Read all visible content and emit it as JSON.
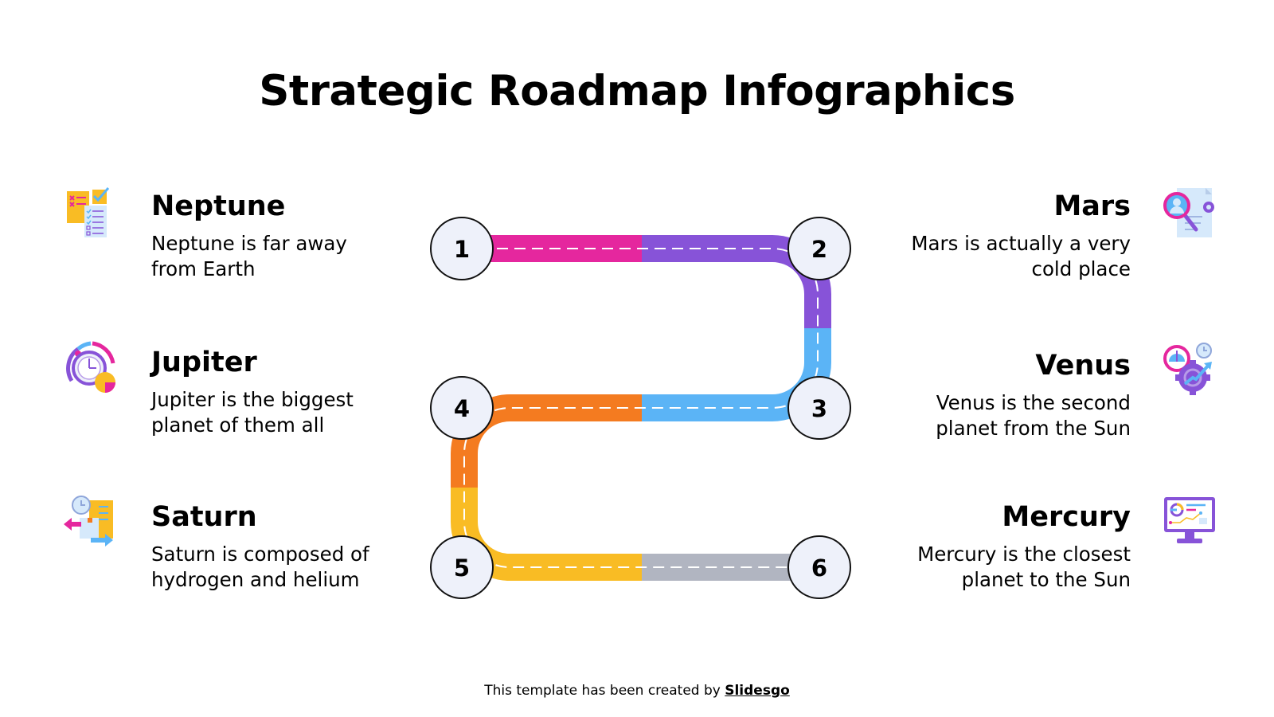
{
  "title": "Strategic Roadmap Infographics",
  "items": [
    {
      "step": "1",
      "name": "Neptune",
      "description_line1": "Neptune is far away",
      "description_line2": "from Earth",
      "icon": "checklist-icon",
      "side": "left"
    },
    {
      "step": "2",
      "name": "Mars",
      "description_line1": "Mars is actually a very",
      "description_line2": "cold place",
      "icon": "user-search-document-icon",
      "side": "right"
    },
    {
      "step": "3",
      "name": "Venus",
      "description_line1": "Venus is the second",
      "description_line2": "planet from the Sun",
      "icon": "performance-gear-icon",
      "side": "right"
    },
    {
      "step": "4",
      "name": "Jupiter",
      "description_line1": "Jupiter is the biggest",
      "description_line2": "planet of them all",
      "icon": "clock-chart-icon",
      "side": "left"
    },
    {
      "step": "5",
      "name": "Saturn",
      "description_line1": "Saturn is composed of",
      "description_line2": "hydrogen and helium",
      "icon": "delivery-schedule-icon",
      "side": "left"
    },
    {
      "step": "6",
      "name": "Mercury",
      "description_line1": "Mercury is the closest",
      "description_line2": "planet to the Sun",
      "icon": "monitor-analytics-icon",
      "side": "right"
    }
  ],
  "path_colors": {
    "pink": "#E5279E",
    "purple": "#8753D8",
    "blue": "#5BB4F6",
    "orange": "#F47B20",
    "yellow": "#F9BC24",
    "grey": "#B1B5C1",
    "node_fill": "#EEF1FA"
  },
  "footer": {
    "prefix": "This template has been created by ",
    "brand": "Slidesgo"
  }
}
